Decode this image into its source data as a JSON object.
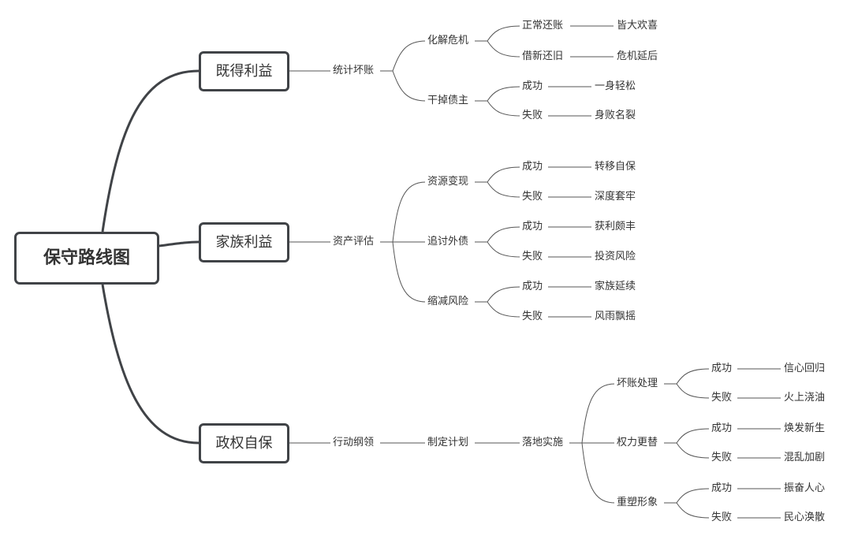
{
  "root": {
    "label": "保守路线图"
  },
  "branches": [
    {
      "label": "既得利益",
      "l2": "统计坏账",
      "groups": [
        {
          "label": "化解危机",
          "items": [
            {
              "outcome": "正常还账",
              "result": "皆大欢喜"
            },
            {
              "outcome": "借新还旧",
              "result": "危机延后"
            }
          ]
        },
        {
          "label": "干掉债主",
          "items": [
            {
              "outcome": "成功",
              "result": "一身轻松"
            },
            {
              "outcome": "失败",
              "result": "身败名裂"
            }
          ]
        }
      ]
    },
    {
      "label": "家族利益",
      "l2": "资产评估",
      "groups": [
        {
          "label": "资源变现",
          "items": [
            {
              "outcome": "成功",
              "result": "转移自保"
            },
            {
              "outcome": "失败",
              "result": "深度套牢"
            }
          ]
        },
        {
          "label": "追讨外债",
          "items": [
            {
              "outcome": "成功",
              "result": "获利颇丰"
            },
            {
              "outcome": "失败",
              "result": "投资风险"
            }
          ]
        },
        {
          "label": "缩减风险",
          "items": [
            {
              "outcome": "成功",
              "result": "家族延续"
            },
            {
              "outcome": "失败",
              "result": "风雨飘摇"
            }
          ]
        }
      ]
    },
    {
      "label": "政权自保",
      "l2": "行动纲领",
      "l3": "制定计划",
      "l4": "落地实施",
      "groups": [
        {
          "label": "坏账处理",
          "items": [
            {
              "outcome": "成功",
              "result": "信心回归"
            },
            {
              "outcome": "失败",
              "result": "火上浇油"
            }
          ]
        },
        {
          "label": "权力更替",
          "items": [
            {
              "outcome": "成功",
              "result": "焕发新生"
            },
            {
              "outcome": "失败",
              "result": "混乱加剧"
            }
          ]
        },
        {
          "label": "重塑形象",
          "items": [
            {
              "outcome": "成功",
              "result": "振奋人心"
            },
            {
              "outcome": "失败",
              "result": "民心涣散"
            }
          ]
        }
      ]
    }
  ]
}
